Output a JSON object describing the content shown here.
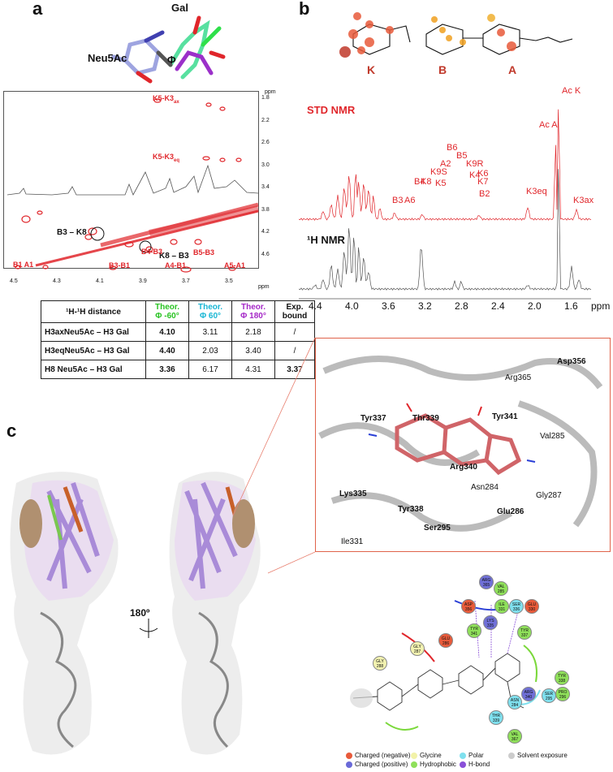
{
  "panel_a": {
    "letter": "a",
    "mol_labels": {
      "gal": "Gal",
      "neu5ac": "Neu5Ac",
      "phi": "Φ"
    },
    "noesy_ppm_unit": "ppm",
    "y_ticks": [
      "1.8",
      "2.2",
      "2.6",
      "3.0",
      "3.4",
      "3.8",
      "4.2",
      "4.6"
    ],
    "x_ticks": [
      "4.5",
      "4.3",
      "4.1",
      "3.9",
      "3.7",
      "3.5"
    ],
    "x_unit": "ppm",
    "peak_labels": {
      "k5k3ax": "K5-K3",
      "k5k3ax_sub": "ax",
      "k5k3eq": "K5-K3",
      "k5k3eq_sub": "eq",
      "b3k8": "B3 – K8",
      "k8b3": "K8 – B3",
      "b1a1": "B1  A1",
      "b3b1": "B3-B1",
      "b4b3": "B4-B3",
      "b5b3": "B5-B3",
      "a4b1": "A4-B1",
      "a5a1": "A5-A1"
    },
    "table": {
      "headers": [
        "¹H-¹H distance",
        "Theor. Φ -60°",
        "Theor. Φ 60°",
        "Theor. Φ 180°",
        "Exp. bound"
      ],
      "header_lines": [
        [
          "Theor.",
          "Φ -60°"
        ],
        [
          "Theor.",
          "Φ 60°"
        ],
        [
          "Theor.",
          "Φ 180°"
        ],
        [
          "Exp.",
          "bound"
        ]
      ],
      "rows": [
        [
          "H3axNeu5Ac – H3 Gal",
          "4.10",
          "3.11",
          "2.18",
          "/"
        ],
        [
          "H3eqNeu5Ac – H3 Gal",
          "4.40",
          "2.03",
          "3.40",
          "/"
        ],
        [
          "H8 Neu5Ac – H3 Gal",
          "3.36",
          "6.17",
          "4.31",
          "3.37"
        ]
      ]
    }
  },
  "panel_b": {
    "letter": "b",
    "sugar_labels": [
      "K",
      "B",
      "A"
    ],
    "std_label": "STD NMR",
    "h_label": "¹H NMR",
    "x_ticks": [
      "4.4",
      "4.0",
      "3.6",
      "3.2",
      "2.8",
      "2.4",
      "2.0",
      "1.6"
    ],
    "x_unit": "ppm",
    "assignments": [
      "Ac K",
      "Ac A",
      "B6",
      "B5",
      "A2",
      "K9S",
      "K9R",
      "B4",
      "K8",
      "K5",
      "K4",
      "K6",
      "K7",
      "B3",
      "A6",
      "B2",
      "K3eq",
      "K3ax"
    ]
  },
  "panel_c": {
    "letter": "c",
    "rotation": "180º",
    "residues_3d": [
      "Asp356",
      "Arg365",
      "Tyr337",
      "Thr339",
      "Tyr341",
      "Val285",
      "Arg340",
      "Lys335",
      "Asn284",
      "Gly287",
      "Tyr338",
      "Glu286",
      "Ser295",
      "Ile331"
    ],
    "ligplot_residues": [
      {
        "name": "ARG",
        "num": "365",
        "type": "pos"
      },
      {
        "name": "VAL",
        "num": "285",
        "type": "hyd"
      },
      {
        "name": "ASP",
        "num": "356",
        "type": "neg"
      },
      {
        "name": "ILE",
        "num": "331",
        "type": "hyd"
      },
      {
        "name": "SER",
        "num": "336",
        "type": "pol"
      },
      {
        "name": "GLU",
        "num": "330",
        "type": "neg"
      },
      {
        "name": "LYS",
        "num": "335",
        "type": "pos"
      },
      {
        "name": "TYR",
        "num": "341",
        "type": "hyd"
      },
      {
        "name": "TYR",
        "num": "337",
        "type": "hyd"
      },
      {
        "name": "GLU",
        "num": "286",
        "type": "neg"
      },
      {
        "name": "GLY",
        "num": "287",
        "type": "gly"
      },
      {
        "name": "GLY",
        "num": "288",
        "type": "gly"
      },
      {
        "name": "TYR",
        "num": "338",
        "type": "hyd"
      },
      {
        "name": "ARG",
        "num": "340",
        "type": "pos"
      },
      {
        "name": "SER",
        "num": "295",
        "type": "pol"
      },
      {
        "name": "PRO",
        "num": "296",
        "type": "hyd"
      },
      {
        "name": "ASN",
        "num": "284",
        "type": "pol"
      },
      {
        "name": "THR",
        "num": "339",
        "type": "pol"
      },
      {
        "name": "VAL",
        "num": "367",
        "type": "hyd"
      }
    ],
    "legend": [
      {
        "label": "Charged (negative)",
        "color": "#e85a3a"
      },
      {
        "label": "Charged (positive)",
        "color": "#6a6ad8"
      },
      {
        "label": "Glycine",
        "color": "#f2f2a8"
      },
      {
        "label": "Hydrophobic",
        "color": "#8fe05a"
      },
      {
        "label": "Polar",
        "color": "#7fe0ee"
      },
      {
        "label": "H-bond",
        "color": "#8a4fd8"
      },
      {
        "label": "Solvent exposure",
        "color": "#cccccc"
      }
    ],
    "colors": {
      "neg": "#e85a3a",
      "pos": "#7070d8",
      "gly": "#f2f2b0",
      "hyd": "#8fe05a",
      "pol": "#7fe0ee"
    }
  }
}
